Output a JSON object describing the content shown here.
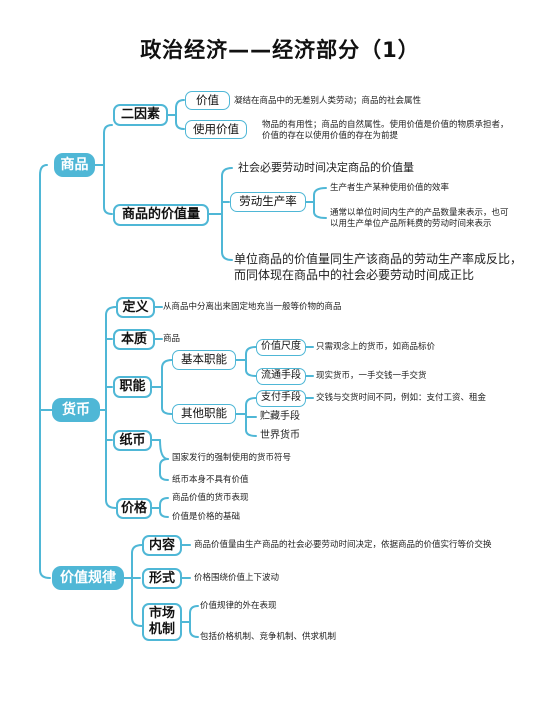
{
  "title": "政治经济——经济部分（1）",
  "sections": {
    "commodity": {
      "label": "商品",
      "two_factors": {
        "label": "二因素",
        "value": {
          "label": "价值",
          "desc": "凝结在商品中的无差别人类劳动；商品的社会属性"
        },
        "use_value": {
          "label": "使用价值",
          "desc_1": "物品的有用性；商品的自然属性。使用价值是价值的物质承担者，",
          "desc_2": "价值的存在以使用价值的存在为前提"
        }
      },
      "value_amount": {
        "label": "商品的价值量",
        "line_1": "社会必要劳动时间决定商品的价值量",
        "productivity": {
          "label": "劳动生产率",
          "desc_1": "生产者生产某种使用价值的效率",
          "desc_2a": "通常以单位时间内生产的产品数量来表示，也可",
          "desc_2b": "以用生产单位产品所耗费的劳动时间来表示"
        },
        "line_2a": "单位商品的价值量同生产该商品的劳动生产率成反比，",
        "line_2b": "而同体现在商品中的社会必要劳动时间成正比"
      }
    },
    "currency": {
      "label": "货币",
      "definition": {
        "label": "定义",
        "desc": "从商品中分离出来固定地充当一般等价物的商品"
      },
      "essence": {
        "label": "本质",
        "desc": "商品"
      },
      "functions": {
        "label": "职能",
        "basic": {
          "label": "基本职能",
          "measure": {
            "label": "价值尺度",
            "desc": "只需观念上的货币，如商品标价"
          },
          "circulation": {
            "label": "流通手段",
            "desc": "现实货币，一手交钱一手交货"
          }
        },
        "other": {
          "label": "其他职能",
          "payment": {
            "label": "支付手段",
            "desc": "交钱与交货时间不同，例如：支付工资、租金"
          },
          "storage": {
            "label": "贮藏手段"
          },
          "world": {
            "label": "世界货币"
          }
        }
      },
      "paper": {
        "label": "纸币",
        "desc_1": "国家发行的强制使用的货币符号",
        "desc_2": "纸币本身不具有价值"
      },
      "price": {
        "label": "价格",
        "desc_1": "商品价值的货币表现",
        "desc_2": "价值是价格的基础"
      }
    },
    "law_of_value": {
      "label": "价值规律",
      "content": {
        "label": "内容",
        "desc": "商品价值量由生产商品的社会必要劳动时间决定，依据商品的价值实行等价交换"
      },
      "form": {
        "label": "形式",
        "desc": "价格围绕价值上下波动"
      },
      "mechanism": {
        "label_1": "市场",
        "label_2": "机制",
        "desc_1": "价值规律的外在表现",
        "desc_2": "包括价格机制、竞争机制、供求机制"
      }
    }
  },
  "colors": {
    "accent": "#4fb7d6",
    "line": "#4fb7d6",
    "text": "#222222"
  }
}
